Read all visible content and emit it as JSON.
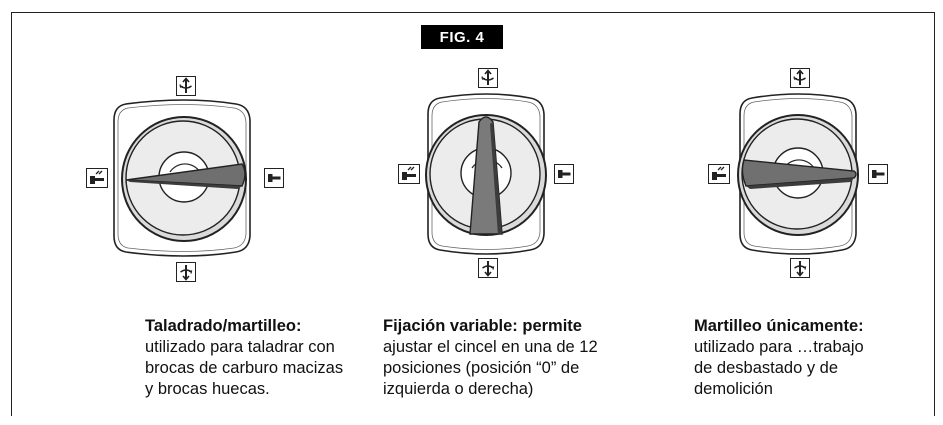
{
  "figure": {
    "label": "FIG. 4"
  },
  "panels": [
    {
      "id": "drill-hammer",
      "heading": "Taladrado/martilleo:",
      "body": "utilizado para taladrar con brocas de carburo macizas y brocas huecas.",
      "pointer": "left",
      "icon_top": "rotate-lock-icon",
      "icon_bottom": "rotate-unlock-icon",
      "icon_left": "drill-hammer-icon",
      "icon_right": "hammer-only-icon"
    },
    {
      "id": "variable-lock",
      "heading": "Fijación variable: permite",
      "body": "ajustar el cincel en una de 12 posiciones (posición “0” de izquierda o derecha)",
      "pointer": "up",
      "icon_top": "rotate-lock-icon",
      "icon_bottom": "rotate-unlock-icon",
      "icon_left": "drill-hammer-icon",
      "icon_right": "hammer-only-icon"
    },
    {
      "id": "hammer-only",
      "heading": "Martilleo únicamente:",
      "body": "utilizado para …trabajo de desbastado y de demolición",
      "pointer": "right",
      "icon_top": "rotate-lock-icon",
      "icon_bottom": "rotate-unlock-icon",
      "icon_left": "drill-hammer-icon",
      "icon_right": "hammer-only-icon"
    }
  ],
  "colors": {
    "pointer_dark": "#6f6f6f",
    "pointer_light": "#9a9a9a",
    "dial_face": "#e6e6e6",
    "dial_shadow": "#c9c9c9",
    "outline": "#222222"
  }
}
